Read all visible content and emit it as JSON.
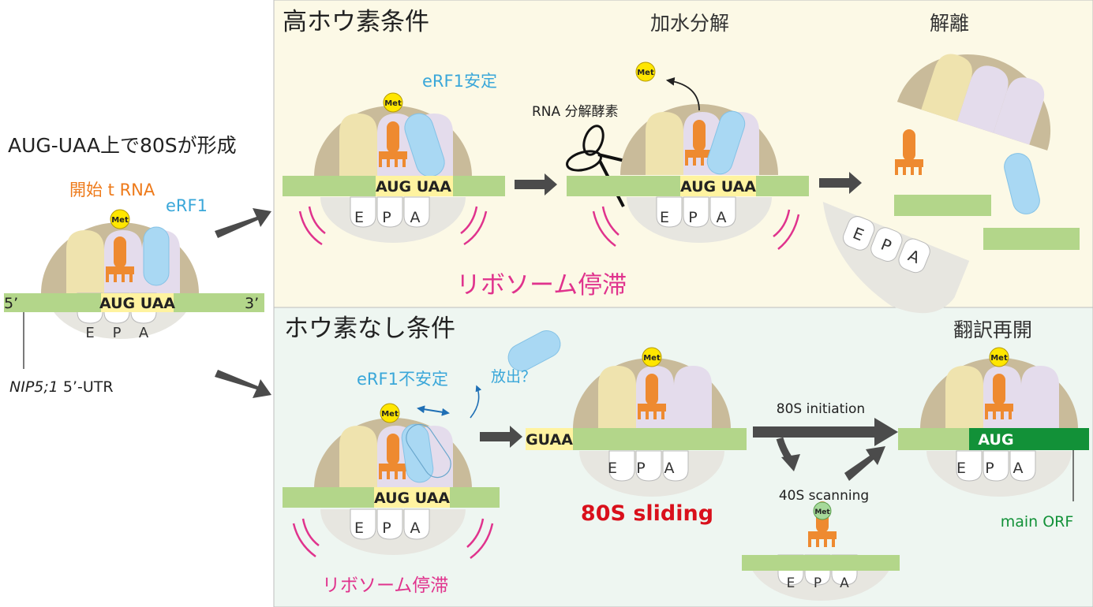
{
  "left_panel": {
    "title": "AUG-UAA上で80Sが形成",
    "trna_label": "開始 t RNA",
    "erf1_label": "eRF1",
    "five_prime": "5’",
    "three_prime": "3’",
    "utr_label_italic": "NIP5;1",
    "utr_label_rest": " 5’-UTR"
  },
  "common": {
    "met": "Met",
    "codons": "AUG UAA",
    "site_e": "E",
    "site_p": "P",
    "site_a": "A"
  },
  "high_boron": {
    "title": "高ホウ素条件",
    "erf1_stable": "eRF1安定",
    "rnase": "RNA 分解酵素",
    "hydrolysis": "加水分解",
    "dissociation": "解離",
    "stall": "リボソーム停滞"
  },
  "no_boron": {
    "title": "ホウ素なし条件",
    "erf1_unstable": "eRF1不安定",
    "release": "放出？",
    "guaa": "GUAA",
    "sliding": "80S sliding",
    "stall": "リボソーム停滞",
    "initiation_80s": "80S initiation",
    "scanning_40s": "40S scanning",
    "resume": "翻訳再開",
    "aug": "AUG",
    "main_orf": "main ORF"
  },
  "colors": {
    "large_subunit": "#c9bb9a",
    "small_subunit": "#e7e6e0",
    "mrna": "#b3d68a",
    "trna": "#ee8a30",
    "erf1": "#a9d8f3",
    "met": "#ffe600",
    "magenta": "#e0338d",
    "red": "#d9101b",
    "blue": "#3aa7d9",
    "green": "#129138",
    "arrow": "#4b4b4b",
    "top_bg": "#fcf9e6",
    "bottom_bg": "#eef6f1"
  }
}
